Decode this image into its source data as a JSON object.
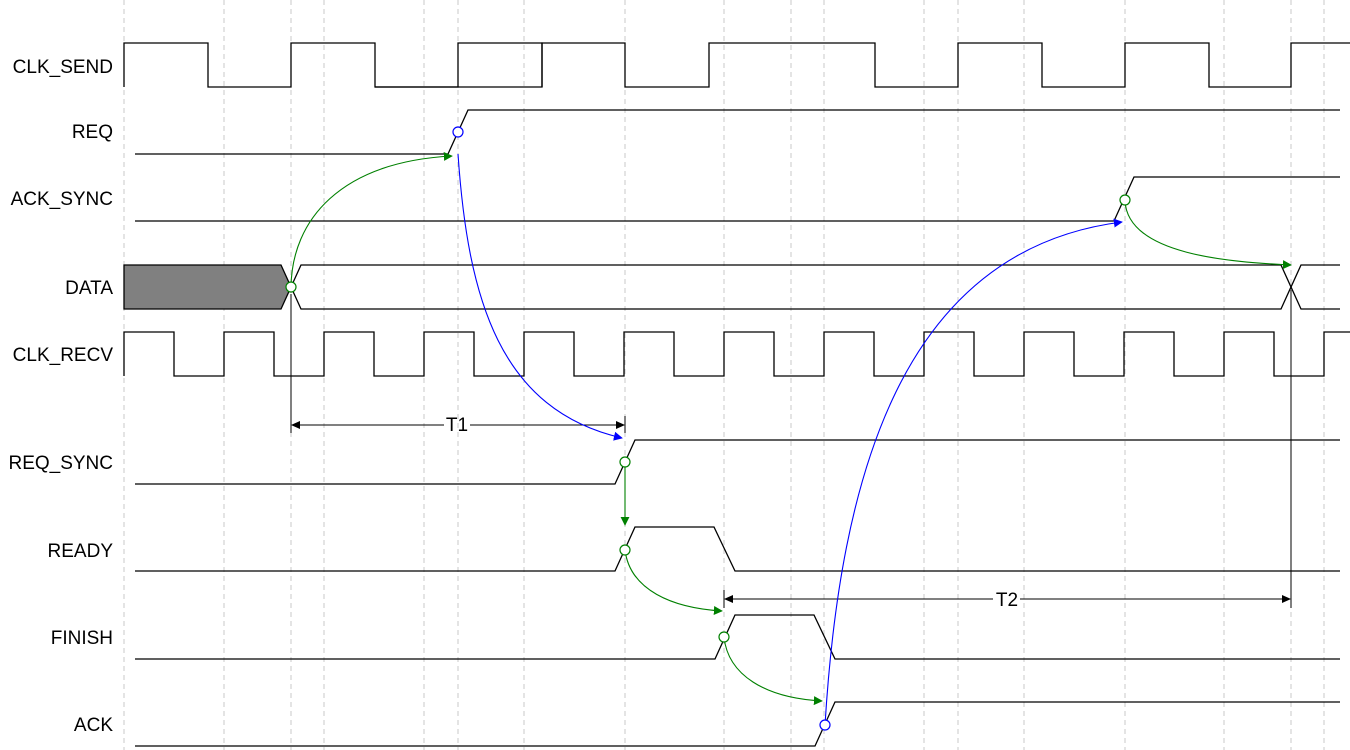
{
  "signals": [
    {
      "id": "clk_send",
      "name": "CLK_SEND"
    },
    {
      "id": "req",
      "name": "REQ"
    },
    {
      "id": "ack_sync",
      "name": "ACK_SYNC"
    },
    {
      "id": "data",
      "name": "DATA"
    },
    {
      "id": "clk_recv",
      "name": "CLK_RECV"
    },
    {
      "id": "req_sync",
      "name": "REQ_SYNC"
    },
    {
      "id": "ready",
      "name": "READY"
    },
    {
      "id": "finish",
      "name": "FINISH"
    },
    {
      "id": "ack",
      "name": "ACK"
    }
  ],
  "timings": {
    "t1": "T1",
    "t2": "T2"
  },
  "colors": {
    "wave": "#000000",
    "grid": "#c8c8c8",
    "data_invalid_fill": "#808080",
    "green_arrow": "#008000",
    "blue_arrow": "#0000ff"
  }
}
